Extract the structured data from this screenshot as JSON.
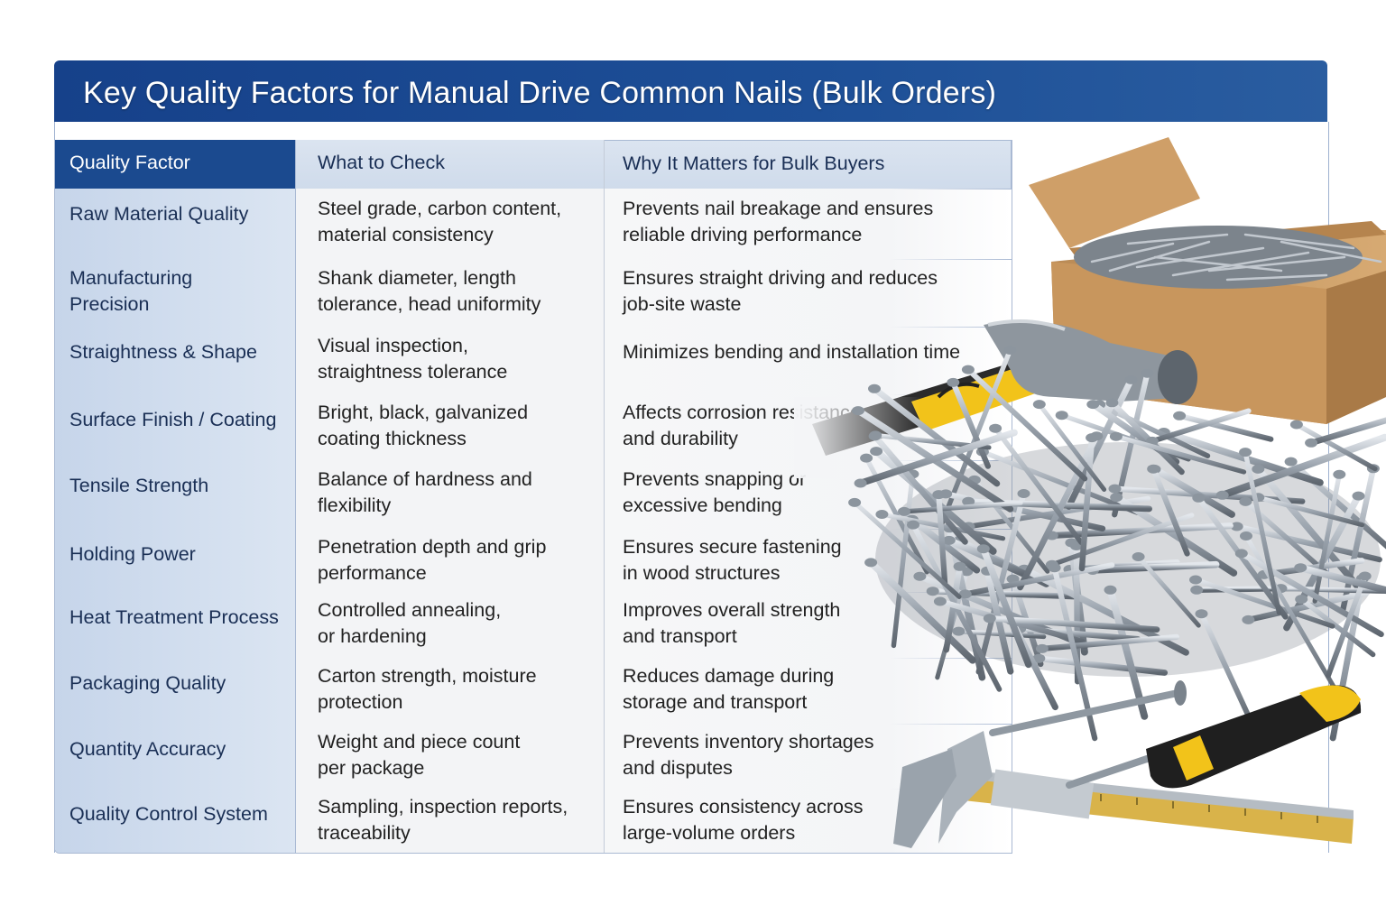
{
  "title": "Key Quality Factors for Manual Drive Common Nails (Bulk Orders)",
  "table": {
    "headers": [
      "Quality Factor",
      "What to Check",
      "Why It Matters for Bulk Buyers"
    ],
    "rows": [
      {
        "factor": [
          "Raw Material Quality"
        ],
        "check": [
          "Steel grade, carbon content,",
          "material consistency"
        ],
        "why": [
          "Prevents nail breakage and ensures",
          "reliable driving performance"
        ]
      },
      {
        "factor": [
          "Manufacturing",
          "Precision"
        ],
        "check": [
          "Shank diameter, length",
          "tolerance, head uniformity"
        ],
        "why": [
          "Ensures straight driving and reduces",
          "job-site waste"
        ]
      },
      {
        "factor": [
          "Straightness & Shape"
        ],
        "check": [
          "Visual inspection,",
          "straightness tolerance"
        ],
        "why": [
          "Minimizes bending and installation time"
        ]
      },
      {
        "factor": [
          "Surface Finish / Coating"
        ],
        "check": [
          "Bright, black, galvanized",
          "coating thickness"
        ],
        "why": [
          "Affects corrosion resistance",
          "and durability"
        ]
      },
      {
        "factor": [
          "Tensile Strength"
        ],
        "check": [
          "Balance of hardness and",
          "flexibility"
        ],
        "why": [
          "Prevents snapping or",
          "excessive bending"
        ]
      },
      {
        "factor": [
          "Holding Power"
        ],
        "check": [
          "Penetration depth and grip",
          "performance"
        ],
        "why": [
          "Ensures secure fastening",
          "in wood structures"
        ]
      },
      {
        "factor": [
          "Heat Treatment Process"
        ],
        "check": [
          "Controlled annealing,",
          "or hardening"
        ],
        "why": [
          "Improves overall strength",
          "and transport"
        ]
      },
      {
        "factor": [
          "Packaging Quality"
        ],
        "check": [
          "Carton strength, moisture",
          "protection"
        ],
        "why": [
          "Reduces damage during",
          "storage and transport"
        ]
      },
      {
        "factor": [
          "Quantity Accuracy"
        ],
        "check": [
          "Weight and piece count",
          "per package"
        ],
        "why": [
          "Prevents inventory shortages",
          "and disputes"
        ]
      },
      {
        "factor": [
          "Quality Control System"
        ],
        "check": [
          "Sampling, inspection reports,",
          "traceability"
        ],
        "why": [
          "Ensures consistency across",
          "large-volume orders"
        ]
      }
    ]
  },
  "illustration": {
    "items": [
      "cardboard-box-of-nails",
      "claw-hammer",
      "pile-of-nails",
      "single-nail",
      "vernier-caliper",
      "screwdriver"
    ],
    "colors": {
      "header_blue": "#1b4a8f",
      "title_blue": "#1d4f97",
      "accent_yellow": "#f2c31a",
      "steel": "#9aa3ad",
      "cardboard": "#c89a63"
    }
  }
}
